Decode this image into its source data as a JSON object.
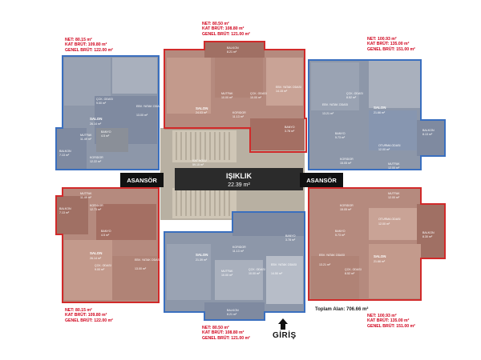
{
  "center_label": {
    "title": "IŞIKLIK",
    "area": "22.39 m²"
  },
  "elevators": {
    "left": "ASANSÖR",
    "right": "ASANSÖR"
  },
  "kat_holu": {
    "label": "KAT HOLÜ",
    "area": "59.15 m²"
  },
  "entrance": "GİRİŞ",
  "total_area": "Toplam Alan: 706.66 m²",
  "stats": {
    "top_left": {
      "net": "NET: 80.15 m²",
      "kat": "KAT BRÜT: 109.80 m²",
      "genel": "GENEL BRÜT: 122.00 m²"
    },
    "top_center": {
      "net": "NET: 80.50 m²",
      "kat": "KAT BRÜT: 108.80 m²",
      "genel": "GENEL BRÜT: 121.00 m²"
    },
    "top_right": {
      "net": "NET: 100.93 m²",
      "kat": "KAT BRÜT: 135.00 m²",
      "genel": "GENEL BRÜT: 151.00 m²"
    },
    "bottom_left": {
      "net": "NET: 80.15 m²",
      "kat": "KAT BRÜT: 109.80 m²",
      "genel": "GENEL BRÜT: 122.00 m²"
    },
    "bottom_center": {
      "net": "NET: 80.50 m²",
      "kat": "KAT BRÜT: 108.80 m²",
      "genel": "GENEL BRÜT: 121.00 m²"
    },
    "bottom_right": {
      "net": "NET: 100.93 m²",
      "kat": "KAT BRÜT: 135.00 m²",
      "genel": "GENEL BRÜT: 151.00 m²"
    }
  },
  "rooms": {
    "tc_balkon": {
      "name": "BALKON",
      "area": "8.21 m²"
    },
    "tc_salon": {
      "name": "SALON",
      "area": "24.03 m²"
    },
    "tc_mutfak": {
      "name": "MUTFAK",
      "area": "10.00 m²"
    },
    "tc_cocuk": {
      "name": "ÇCK. ODASI",
      "area": "10.00 m²"
    },
    "tc_ebv": {
      "name": "EBV. YATAK ODASI",
      "area": "14.15 m²"
    },
    "tc_koridor": {
      "name": "KORIDOR",
      "area": "11.13 m²"
    },
    "tc_banyo": {
      "name": "BANYO",
      "area": "3.78 m²"
    },
    "tl_cocuk": {
      "name": "ÇCK. ODASI",
      "area": "9.00 m²"
    },
    "tl_ebv": {
      "name": "EBV. YATAK ODASI",
      "area": "13.00 m²"
    },
    "tl_salon": {
      "name": "SALON",
      "area": "26.14 m²"
    },
    "tl_mutfak": {
      "name": "MUTFAK",
      "area": "11.49 m²"
    },
    "tl_balkon": {
      "name": "BALKON",
      "area": "7.13 m²"
    },
    "tl_banyo": {
      "name": "BANYO",
      "area": "4.5 m²"
    },
    "tl_koridor": {
      "name": "KORIDOR",
      "area": "12.22 m²"
    },
    "tr_cocuk": {
      "name": "ÇCK. ODASI",
      "area": "8.52 m²"
    },
    "tr_ebv": {
      "name": "EBV. YATAK ODASI",
      "area": "13.21 m²"
    },
    "tr_salon": {
      "name": "SALON",
      "area": "21.66 m²"
    },
    "tr_oturma": {
      "name": "OTURMA ODASI",
      "area": "12.00 m²"
    },
    "tr_balkon": {
      "name": "BALKON",
      "area": "8.13 m²"
    },
    "tr_mutfak": {
      "name": "MUTFAK",
      "area": "12.00 m²"
    },
    "tr_banyo": {
      "name": "BANYO",
      "area": "5.73 m²"
    },
    "tr_koridor": {
      "name": "KORIDOR",
      "area": "15.05 m²"
    },
    "bl_mutfak": {
      "name": "MUTFAK",
      "area": "11.49 m²"
    },
    "bl_balkon": {
      "name": "BALKON",
      "area": "7.13 m²"
    },
    "bl_koridor": {
      "name": "KORIDOR",
      "area": "12.73 m²"
    },
    "bl_banyo": {
      "name": "BANYO",
      "area": "4.5 m²"
    },
    "bl_salon": {
      "name": "SALON",
      "area": "26.14 m²"
    },
    "bl_cocuk": {
      "name": "ÇCK. ODASI",
      "area": "9.00 m²"
    },
    "bl_ebv": {
      "name": "EBV. YATAK ODASI",
      "area": "13.00 m²"
    },
    "bc_salon": {
      "name": "SALON",
      "area": "21.39 m²"
    },
    "bc_koridor": {
      "name": "KORIDOR",
      "area": "11.13 m²"
    },
    "bc_mutfak": {
      "name": "MUTFAK",
      "area": "10.00 m²"
    },
    "bc_cocuk": {
      "name": "ÇCK. ODASI",
      "area": "10.00 m²"
    },
    "bc_ebv": {
      "name": "EBV. YATAK ODASI",
      "area": "14.50 m²"
    },
    "bc_balkon": {
      "name": "BALKON",
      "area": "8.21 m²"
    },
    "bc_banyo": {
      "name": "BANYO",
      "area": "3.78 m²"
    },
    "br_koridor": {
      "name": "KORIDOR",
      "area": "15.05 m²"
    },
    "br_banyo": {
      "name": "BANYO",
      "area": "5.73 m²"
    },
    "br_mutfak": {
      "name": "MUTFAK",
      "area": "12.00 m²"
    },
    "br_oturma": {
      "name": "OTURMA ODASI",
      "area": "12.00 m²"
    },
    "br_balkon": {
      "name": "BALKON",
      "area": "8.30 m²"
    },
    "br_ebv": {
      "name": "EBV. YATAK ODASI",
      "area": "13.21 m²"
    },
    "br_cocuk": {
      "name": "ÇCK. ODASI",
      "area": "8.52 m²"
    },
    "br_salon": {
      "name": "SALON",
      "area": "21.66 m²"
    }
  }
}
